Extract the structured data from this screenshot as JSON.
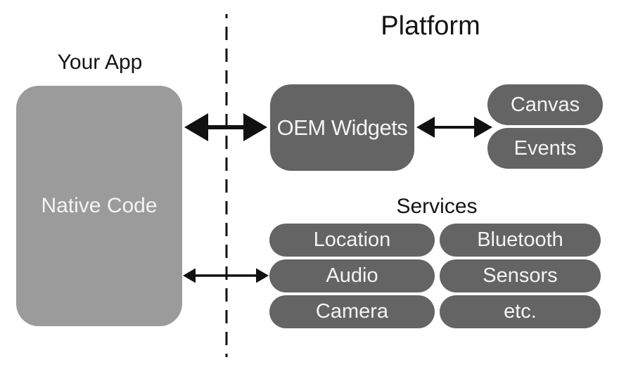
{
  "app_side": {
    "title": "Your App",
    "native_box_label": "Native Code"
  },
  "platform_side": {
    "title": "Platform",
    "oem_widgets_label": "OEM Widgets",
    "ui_pills": [
      {
        "label": "Canvas"
      },
      {
        "label": "Events"
      }
    ],
    "services": {
      "title": "Services",
      "pills": [
        {
          "label": "Location"
        },
        {
          "label": "Bluetooth"
        },
        {
          "label": "Audio"
        },
        {
          "label": "Sensors"
        },
        {
          "label": "Camera"
        },
        {
          "label": "etc."
        }
      ]
    }
  },
  "connectors": [
    {
      "name": "app-oem-arrow",
      "type": "double-arrow",
      "connects": "Native Code ↔ OEM Widgets"
    },
    {
      "name": "oem-ui-arrow",
      "type": "double-arrow",
      "connects": "OEM Widgets ↔ Canvas/Events"
    },
    {
      "name": "native-services-arrow",
      "type": "double-arrow",
      "connects": "Native Code ↔ Services"
    },
    {
      "name": "platform-boundary",
      "type": "dashed-line"
    }
  ],
  "colors": {
    "light_box": "#9b9b9b",
    "dark_box": "#646464",
    "box_text": "#f4f4f4",
    "heading_text": "#141414",
    "line": "#111111",
    "background": "#ffffff"
  }
}
